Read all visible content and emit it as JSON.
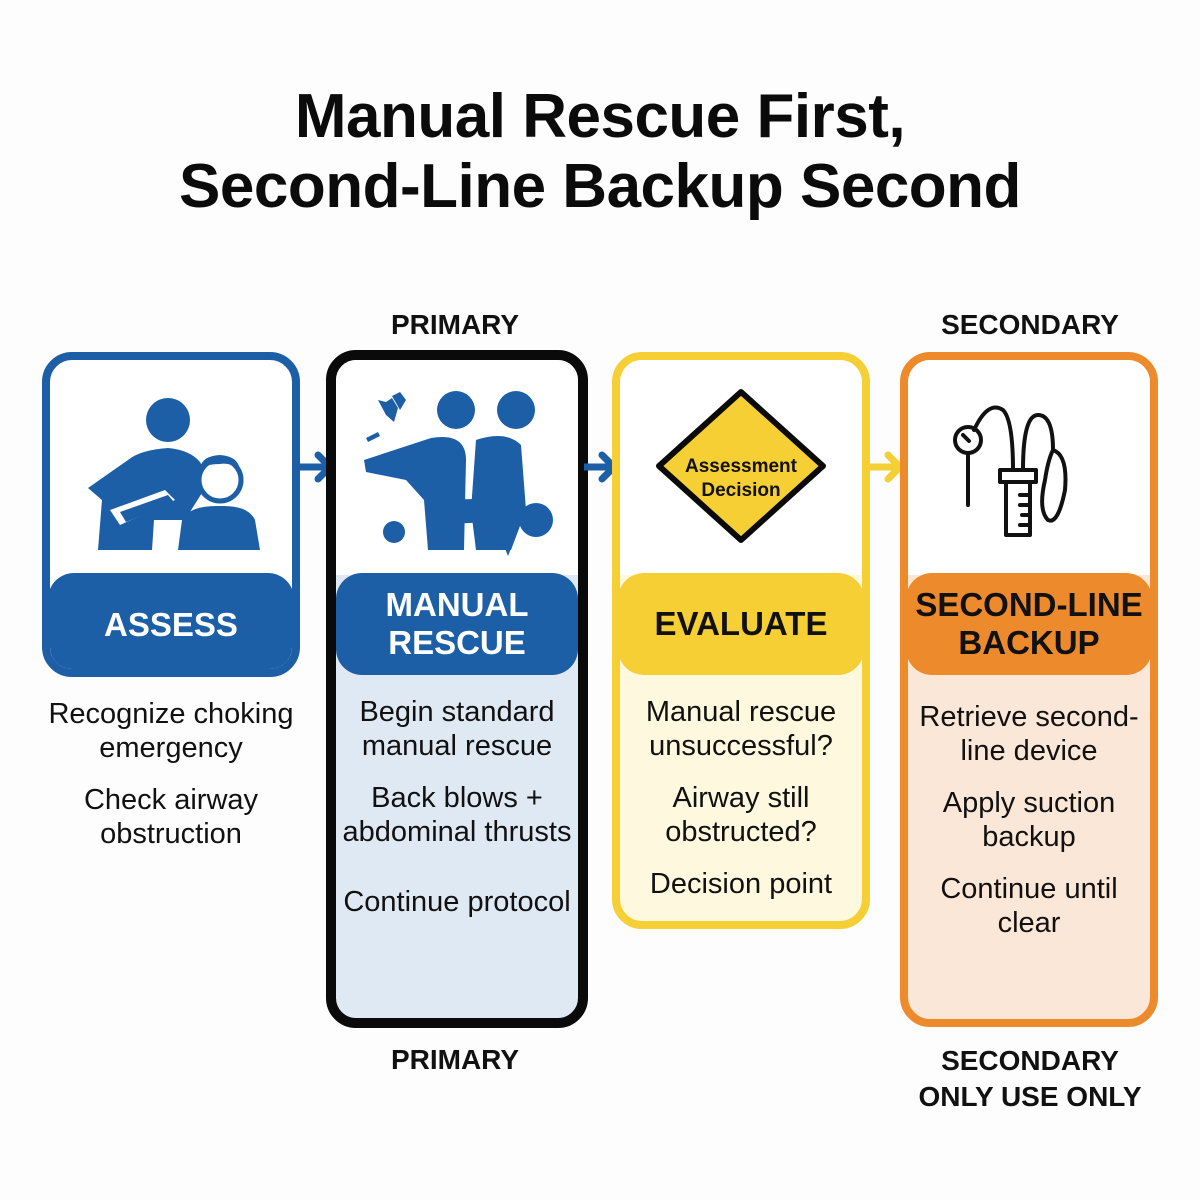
{
  "title": {
    "line1": "Manual Rescue First,",
    "line2": "Second-Line Backup Second"
  },
  "colors": {
    "blue": "#1c5fa6",
    "black": "#0a0a0a",
    "yellow": "#f5cf33",
    "orange": "#ec8a2c",
    "blue_tint": "#dfe9f4",
    "yellow_tint": "#fdf8de",
    "orange_tint": "#fbe7d8"
  },
  "steps": [
    {
      "id": "assess",
      "top_label": "",
      "icon": "caregiver-child-icon",
      "band_label": "ASSESS",
      "lines": [
        "Recognize choking emergency",
        "Check airway obstruction"
      ],
      "bottom_label": ""
    },
    {
      "id": "manual-rescue",
      "top_label": "PRIMARY",
      "icon": "back-blows-abdominal-thrusts-icon",
      "band_label": "MANUAL RESCUE",
      "lines": [
        "Begin standard manual rescue",
        "Back blows + abdominal thrusts",
        "Continue protocol"
      ],
      "bottom_label": "PRIMARY"
    },
    {
      "id": "evaluate",
      "top_label": "",
      "icon": "decision-diamond-icon",
      "icon_text": [
        "Assessment",
        "Decision"
      ],
      "band_label": "EVALUATE",
      "lines": [
        "Manual rescue unsuccessful?",
        "Airway still obstructed?",
        "Decision point"
      ],
      "bottom_label": ""
    },
    {
      "id": "second-line-backup",
      "top_label": "SECONDARY",
      "icon": "suction-device-icon",
      "band_label": "SECOND-LINE BACKUP",
      "lines": [
        "Retrieve second-line device",
        "Apply suction backup",
        "Continue until clear"
      ],
      "bottom_label": "SECONDARY ONLY USE ONLY"
    }
  ]
}
